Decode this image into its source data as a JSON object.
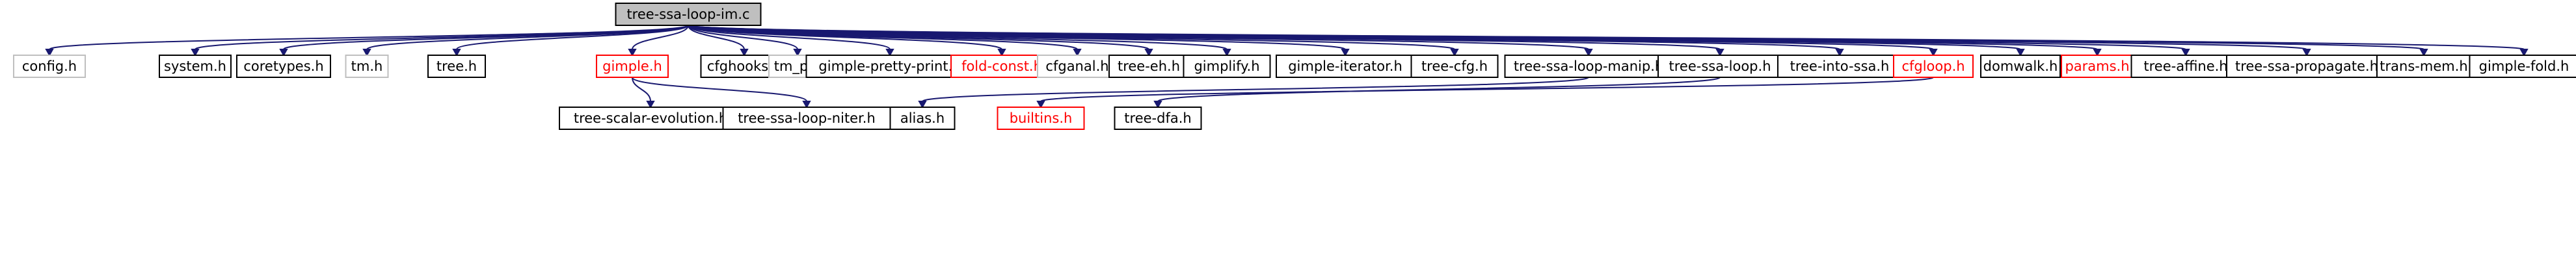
{
  "graph": {
    "colors": {
      "edge": "#191970",
      "node_fill": "#ffffff",
      "root_fill": "#bfbfbf",
      "border_black": "#000000",
      "border_gray": "#bfbfbf",
      "border_red": "#ff0000",
      "text_black": "#000000",
      "text_red": "#ff0000"
    },
    "nodes": [
      {
        "id": "n0",
        "label": "tree-ssa-loop-im.c",
        "style": "root"
      },
      {
        "id": "n1",
        "label": "config.h",
        "style": "gray"
      },
      {
        "id": "n2",
        "label": "system.h",
        "style": "black"
      },
      {
        "id": "n3",
        "label": "coretypes.h",
        "style": "black"
      },
      {
        "id": "n4",
        "label": "tm.h",
        "style": "gray"
      },
      {
        "id": "n5",
        "label": "tree.h",
        "style": "black"
      },
      {
        "id": "n6",
        "label": "gimple.h",
        "style": "red"
      },
      {
        "id": "n7",
        "label": "cfghooks.h",
        "style": "black"
      },
      {
        "id": "n8",
        "label": "tm_p.h",
        "style": "gray"
      },
      {
        "id": "n9",
        "label": "gimple-pretty-print.h",
        "style": "black"
      },
      {
        "id": "n10",
        "label": "fold-const.h",
        "style": "red"
      },
      {
        "id": "n11",
        "label": "cfganal.h",
        "style": "gray"
      },
      {
        "id": "n12",
        "label": "tree-eh.h",
        "style": "black"
      },
      {
        "id": "n13",
        "label": "gimplify.h",
        "style": "black"
      },
      {
        "id": "n14",
        "label": "gimple-iterator.h",
        "style": "black"
      },
      {
        "id": "n15",
        "label": "tree-cfg.h",
        "style": "black"
      },
      {
        "id": "n16",
        "label": "tree-ssa-loop-manip.h",
        "style": "black"
      },
      {
        "id": "n17",
        "label": "tree-ssa-loop.h",
        "style": "black"
      },
      {
        "id": "n18",
        "label": "tree-into-ssa.h",
        "style": "black"
      },
      {
        "id": "n19",
        "label": "cfgloop.h",
        "style": "red"
      },
      {
        "id": "n20",
        "label": "domwalk.h",
        "style": "black"
      },
      {
        "id": "n21",
        "label": "params.h",
        "style": "red"
      },
      {
        "id": "n22",
        "label": "tree-affine.h",
        "style": "black"
      },
      {
        "id": "n23",
        "label": "tree-ssa-propagate.h",
        "style": "black"
      },
      {
        "id": "n24",
        "label": "trans-mem.h",
        "style": "black"
      },
      {
        "id": "n25",
        "label": "gimple-fold.h",
        "style": "black"
      },
      {
        "id": "n26",
        "label": "tree-scalar-evolution.h",
        "style": "black"
      },
      {
        "id": "n27",
        "label": "tree-ssa-loop-niter.h",
        "style": "black"
      },
      {
        "id": "n28",
        "label": "alias.h",
        "style": "black"
      },
      {
        "id": "n29",
        "label": "builtins.h",
        "style": "red"
      },
      {
        "id": "n30",
        "label": "tree-dfa.h",
        "style": "black"
      }
    ]
  }
}
